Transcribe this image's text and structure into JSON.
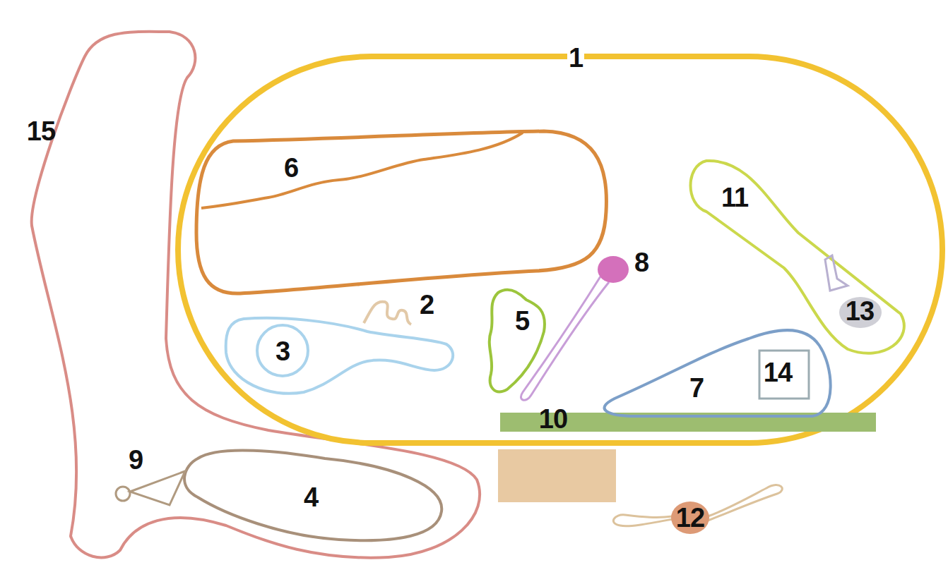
{
  "diagram": {
    "labels": [
      "1",
      "15",
      "6",
      "11",
      "8",
      "2",
      "3",
      "13",
      "5",
      "7",
      "14",
      "10",
      "9",
      "4",
      "12"
    ]
  }
}
